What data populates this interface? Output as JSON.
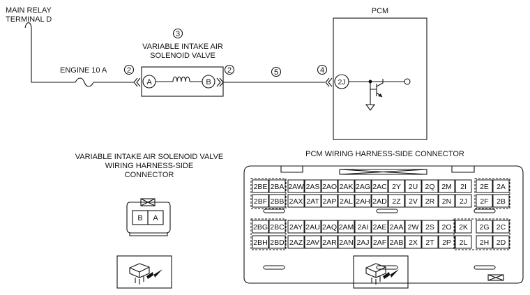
{
  "labels": {
    "main_relay_line1": "MAIN RELAY",
    "main_relay_line2": "TERMINAL D",
    "fuse": "ENGINE 10 A",
    "solenoid_line1": "VARIABLE INTAKE AIR",
    "solenoid_line2": "SOLENOID VALVE",
    "pcm": "PCM",
    "left_connector_line1": "VARIABLE INTAKE AIR SOLENOID VALVE",
    "left_connector_line2": "WIRING HARNESS-SIDE",
    "left_connector_line3": "CONNECTOR",
    "pcm_connector_title": "PCM WIRING HARNESS-SIDE CONNECTOR"
  },
  "callouts": {
    "c2a": "2",
    "c2b": "2",
    "c3": "3",
    "c4": "4",
    "c5": "5"
  },
  "terminals": {
    "A": "A",
    "B": "B",
    "pcm_2J": "2J"
  },
  "small_connector": {
    "pin_left": "B",
    "pin_right": "A"
  },
  "pcm_connector": {
    "rows": [
      [
        "2BE",
        "2BA",
        "2AW",
        "2AS",
        "2AO",
        "2AK",
        "2AG",
        "2AC",
        "2Y",
        "2U",
        "2Q",
        "2M",
        "2I",
        "2E",
        "2A"
      ],
      [
        "2BF",
        "2BB",
        "2AX",
        "2AT",
        "2AP",
        "2AL",
        "2AH",
        "2AD",
        "2Z",
        "2V",
        "2R",
        "2N",
        "2J",
        "2F",
        "2B"
      ],
      [
        "2BG",
        "2BC",
        "2AY",
        "2AU",
        "2AQ",
        "2AM",
        "2AI",
        "2AE",
        "2AA",
        "2W",
        "2S",
        "2O",
        "2K",
        "2G",
        "2C"
      ],
      [
        "2BH",
        "2BD",
        "2AZ",
        "2AV",
        "2AR",
        "2AN",
        "2AJ",
        "2AF",
        "2AB",
        "2X",
        "2T",
        "2P",
        "2L",
        "2H",
        "2D"
      ]
    ]
  }
}
